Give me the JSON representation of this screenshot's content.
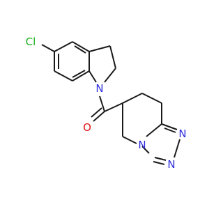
{
  "colors": {
    "carbon_bond": "#1a1a1a",
    "nitrogen": "#2c2cdc",
    "oxygen": "#e01414",
    "chlorine": "#1fb01f",
    "background": "#ffffff"
  },
  "atoms": {
    "chlorine": "Cl",
    "indoline_nitrogen": "N",
    "carbonyl_oxygen": "O",
    "triazole_n_bridge": "N",
    "triazole_n_upper": "N",
    "triazole_n_lower": "N"
  }
}
